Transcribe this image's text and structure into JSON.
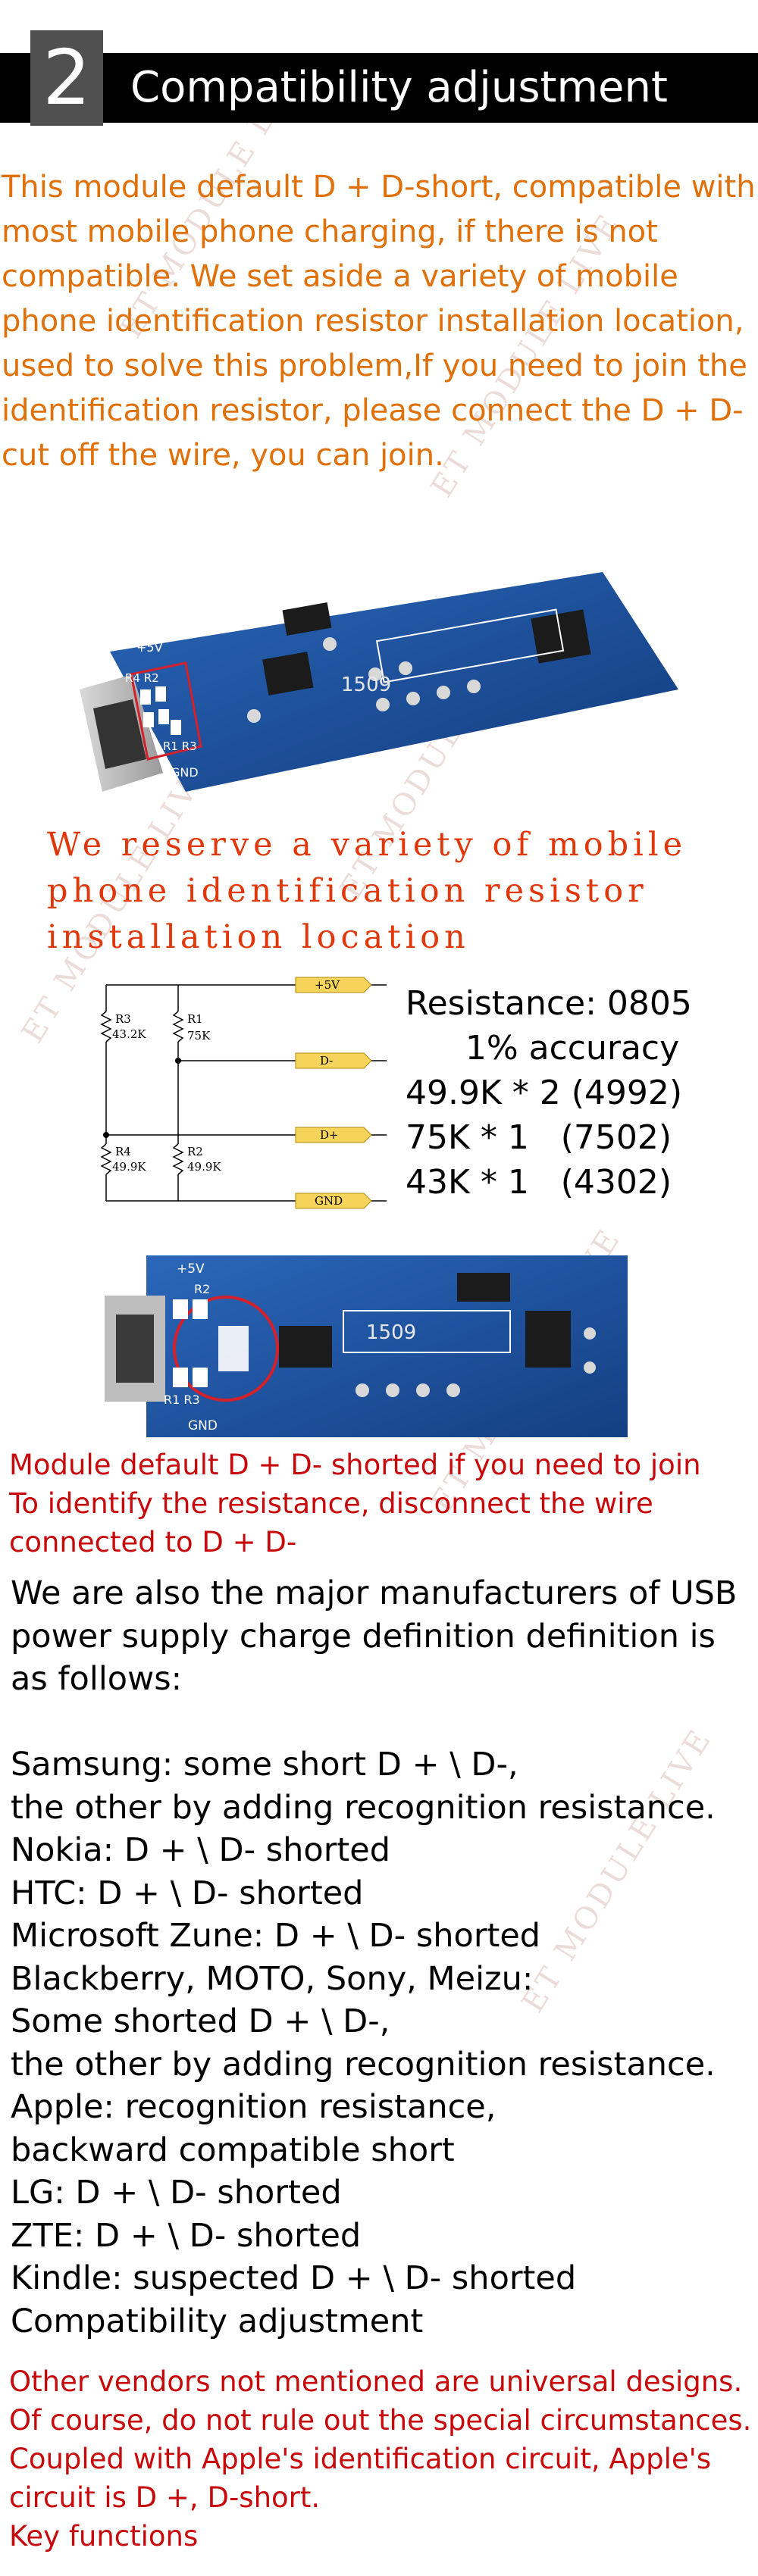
{
  "header": {
    "number": "2",
    "title": "Compatibility adjustment"
  },
  "intro": {
    "text": "This module default D + D-short, compatible with most mobile phone charging, if there is not compatible. We set aside a variety of mobile phone identification resistor installation location, used to solve this problem,If you need to join the identification resistor, please connect the D + D- cut off the wire, you can join."
  },
  "board1": {
    "plus5v": "+5V",
    "r4r2": "R4 R2",
    "r1r3": "R1 R3",
    "gnd": "GND",
    "chip": "1509"
  },
  "reserve": {
    "line1": "We reserve a variety of mobile",
    "line2": "phone identification resistor",
    "line3": "installation location"
  },
  "circuit": {
    "r3": "R3",
    "r3v": "43.2K",
    "r1": "R1",
    "r1v": "75K",
    "r4": "R4",
    "r4v": "49.9K",
    "r2": "R2",
    "r2v": "49.9K",
    "plus5v": "+5V",
    "dminus": "D-",
    "dplus": "D+",
    "gnd": "GND"
  },
  "resistance": {
    "line1": "Resistance: 0805",
    "line2": "1% accuracy",
    "line3": "49.9K * 2 (4992)",
    "line4": "75K * 1   (7502)",
    "line5": "43K * 1   (4302)"
  },
  "board2": {
    "plus5v": "+5V",
    "r2": "R2",
    "r1r3": "R1 R3",
    "gnd": "GND",
    "chip": "1509"
  },
  "note1": {
    "line1": "Module default D + D- shorted if you need to join",
    "line2": "To identify the resistance, disconnect the wire",
    "line3": "connected to D + D-"
  },
  "body": {
    "lines": [
      "We are also the major manufacturers of USB",
      "power supply charge definition definition is",
      "as follows:",
      "",
      "Samsung: some short D + \\ D-,",
      "the other by adding recognition resistance.",
      "Nokia: D + \\ D- shorted",
      "HTC: D + \\ D- shorted",
      "Microsoft Zune: D + \\ D- shorted",
      "Blackberry, MOTO, Sony, Meizu:",
      "Some shorted D + \\ D-,",
      "the other by adding recognition resistance.",
      "Apple: recognition resistance,",
      "backward compatible short",
      "LG: D + \\ D- shorted",
      "ZTE: D + \\ D- shorted",
      "Kindle: suspected D + \\ D- shorted",
      "Compatibility adjustment"
    ]
  },
  "note2": {
    "line1": "Other vendors not mentioned are universal designs.",
    "line2": "Of course, do not rule out the special circumstances.",
    "line3": "Coupled with Apple's identification circuit, Apple's",
    "line4": "circuit is D +, D-short.",
    "line5": "Key functions"
  },
  "watermark": {
    "text": "ET MODULE LIVE"
  },
  "colors": {
    "intro": "#e0700a",
    "reserve": "#e0380a",
    "note": "#c8090c",
    "pcb": "#1c4f9c"
  }
}
